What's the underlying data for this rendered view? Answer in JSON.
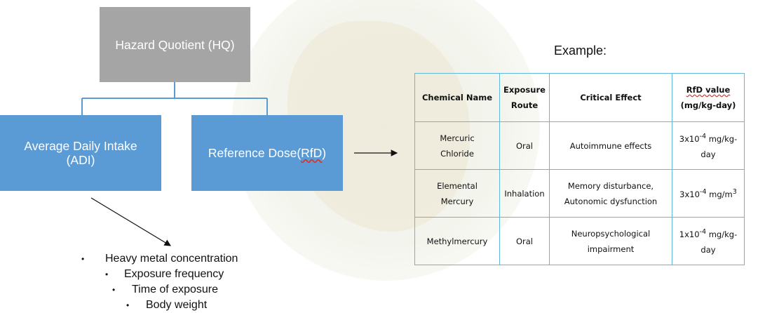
{
  "diagram": {
    "hq_label": "Hazard Quotient (HQ)",
    "adi_line1": "Average Daily Intake",
    "adi_line2": "(ADI)",
    "rfd_prefix": "Reference Dose(",
    "rfd_abbr": "RfD",
    "rfd_suffix": ")",
    "adi_factors": [
      "Heavy metal concentration",
      "Exposure frequency",
      "Time of exposure",
      "Body weight"
    ]
  },
  "example": {
    "title": "Example:",
    "headers": {
      "name": "Chemical Name",
      "route_1": "Exposure",
      "route_2": "Route",
      "effect": "Critical Effect",
      "rfd_1": "RfD value",
      "rfd_2": "(mg/kg-day)"
    },
    "rows": [
      {
        "name_1": "Mercuric",
        "name_2": "Chloride",
        "route": "Oral",
        "effect_1": "Autoimmune effects",
        "effect_2": "",
        "rfd_base": "3x10",
        "rfd_exp": "-4",
        "rfd_unit_1": " mg/kg-",
        "rfd_unit_2": "day"
      },
      {
        "name_1": "Elemental",
        "name_2": "Mercury",
        "route": "Inhalation",
        "effect_1": "Memory disturbance,",
        "effect_2": "Autonomic dysfunction",
        "rfd_base": "3x10",
        "rfd_exp": "-4",
        "rfd_unit_1": " mg/m",
        "rfd_unit_2": ""
      },
      {
        "name_1": "Methylmercury",
        "name_2": "",
        "route": "Oral",
        "effect_1": "Neuropsychological",
        "effect_2": "impairment",
        "rfd_base": "1x10",
        "rfd_exp": "-4",
        "rfd_unit_1": " mg/kg-",
        "rfd_unit_2": "day"
      }
    ]
  },
  "colors": {
    "hq_box": "#a5a5a5",
    "component_box": "#5b9bd5",
    "table_border": "#62b7dd",
    "connector": "#5b9bd5"
  }
}
